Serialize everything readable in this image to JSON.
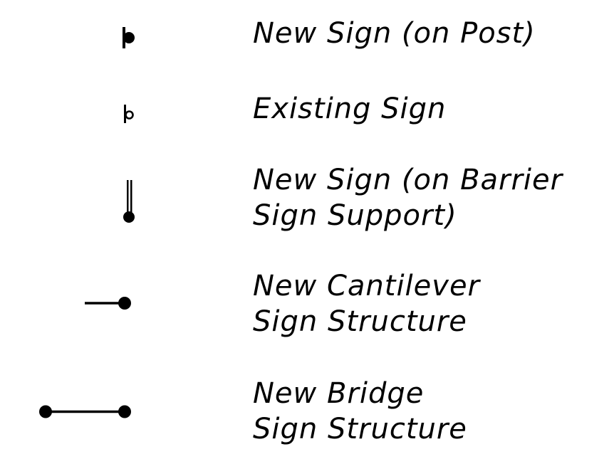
{
  "legend": {
    "items": [
      {
        "symbol": "new-sign-on-post-icon",
        "lines": [
          "New Sign (on Post)"
        ]
      },
      {
        "symbol": "existing-sign-icon",
        "lines": [
          "Existing Sign"
        ]
      },
      {
        "symbol": "new-sign-barrier-support-icon",
        "lines": [
          "New Sign (on Barrier",
          "Sign Support)"
        ]
      },
      {
        "symbol": "new-cantilever-sign-icon",
        "lines": [
          "New Cantilever",
          "Sign Structure"
        ]
      },
      {
        "symbol": "new-bridge-sign-icon",
        "lines": [
          "New Bridge",
          "Sign Structure"
        ]
      }
    ]
  },
  "colors": {
    "ink": "#000000",
    "background": "#ffffff"
  }
}
